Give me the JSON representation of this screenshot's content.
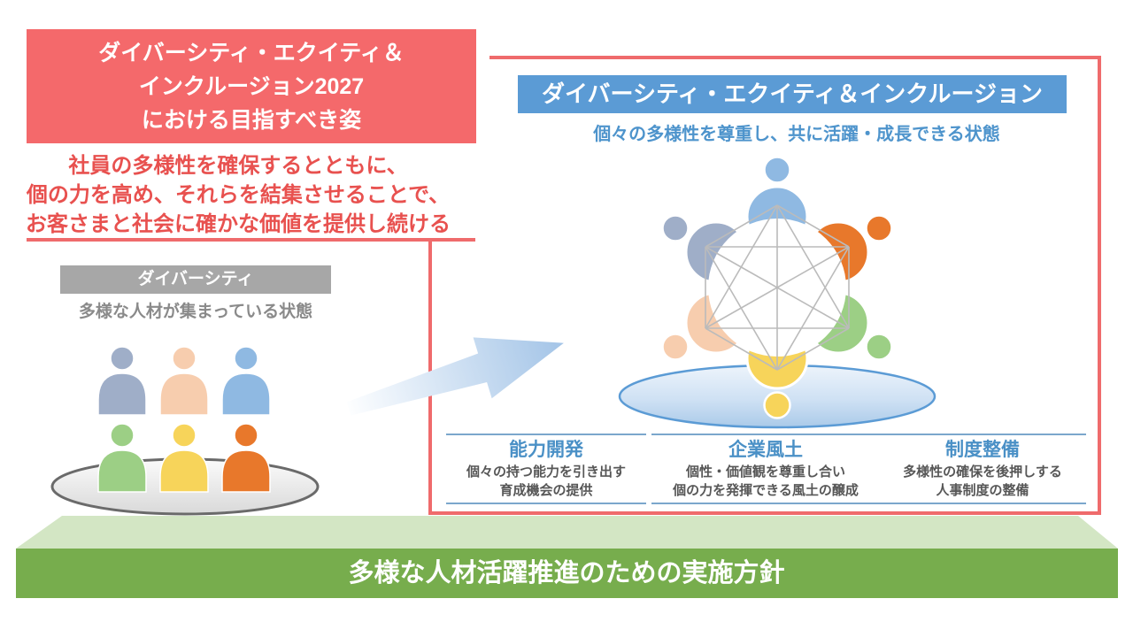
{
  "left_panel": {
    "title_box": {
      "lines": [
        "ダイバーシティ・エクイティ＆",
        "インクルージョン2027",
        "における目指すべき姿"
      ]
    },
    "vision_lines": [
      "社員の多様性を確保するとともに、",
      "個の力を高め、それらを結集させることで、",
      "お客さまと社会に確かな価値を提供し続ける"
    ],
    "diversity_label": "ダイバーシティ",
    "diversity_caption": "多様な人材が集まっている状態"
  },
  "right_panel": {
    "header": "ダイバーシティ・エクイティ＆インクルージョン",
    "subtitle": "個々の多様性を尊重し、共に活躍・成長できる状態",
    "pillars": [
      {
        "title": "能力開発",
        "lines": [
          "個々の持つ能力を引き出す",
          "育成機会の提供"
        ]
      },
      {
        "title": "企業風土",
        "lines": [
          "個性・価値観を尊重し合い",
          "個の力を発揮できる風土の醸成"
        ]
      },
      {
        "title": "制度整備",
        "lines": [
          "多様性の確保を後押しする",
          "人事制度の整備"
        ]
      }
    ]
  },
  "footer": {
    "banner": "多様な人材活躍推進のための実施方針"
  },
  "colors": {
    "accent_red": "#F4696B",
    "red_text": "#E8514F",
    "red_line": "#EF6B6C",
    "blue_header_bg": "#5B9BD5",
    "blue_text": "#4A90C6",
    "pillar_rule": "#7BA7CC",
    "pillar_body_text": "#575757",
    "gray_label_bg": "#A7A7A7",
    "gray_caption_text": "#8A8A8A",
    "green_platform_front": "#77AD4D",
    "green_platform_top": "#D3E6C4",
    "network_line": "#BBBBBB",
    "stage_ellipse_stroke_left": "#6A6A6A",
    "stage_ellipse_stroke_right": "#5B9BD5",
    "people": {
      "slate": "#9FAEC8",
      "peach": "#F7CDAE",
      "blue": "#8FB9E2",
      "green": "#9CCF85",
      "yellow": "#F7D45A",
      "orange": "#E8782B"
    }
  }
}
